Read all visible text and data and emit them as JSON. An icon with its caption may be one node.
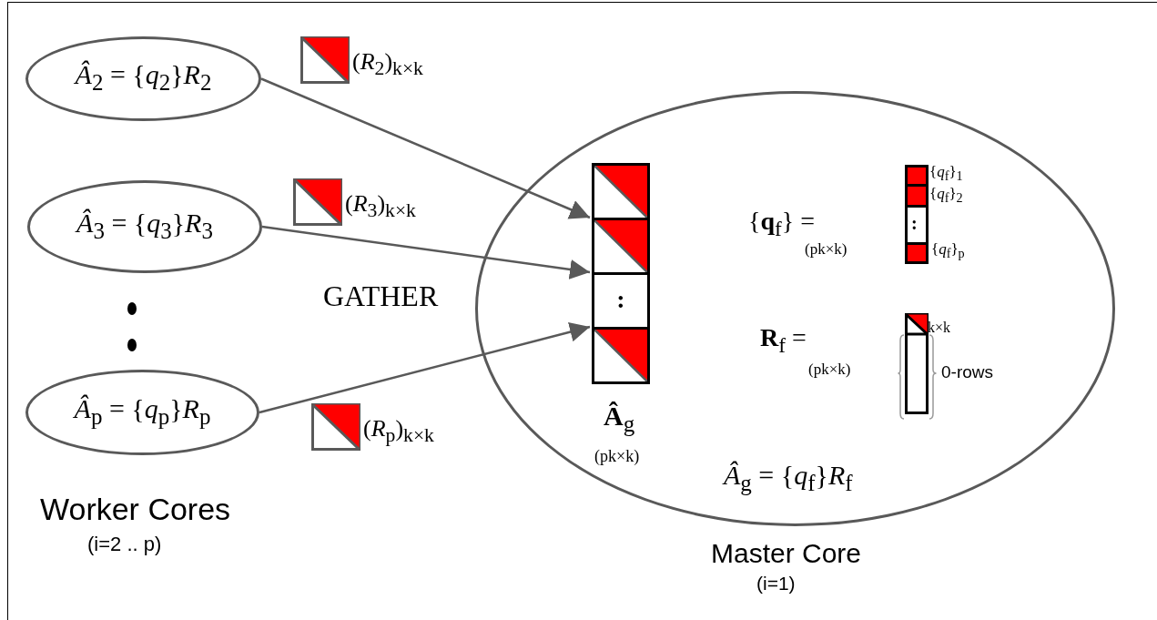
{
  "diagram": {
    "nodes": [
      {
        "text": [
          "*Â*$_{2}$ = {*q*$_{2}$}*R*$_{2}$"
        ]
      },
      {
        "text": [
          "*Â*$_{3}$ = {*q*$_{3}$}*R*$_{3}$"
        ]
      },
      {
        "text": [
          "*Â*$_{p}$ = {*q*$_{p}$}*R*$_{p}$"
        ]
      },
      {
        "text": [
          "*Â*$_{g}$ = {*q*$_{f}$}*R*$_{f}$"
        ],
        "beside": [
          "Master Core",
          "(i=1)"
        ]
      },
      {
        "text": [],
        "shape": "box",
        "in": 3,
        "beside": [
          "**Â**$_{g}$",
          "(pk×k)"
        ]
      },
      {
        "text": [],
        "shape": "box",
        "in": 4
      },
      {
        "text": [],
        "shape": "box",
        "in": 4
      },
      {
        "text": [
          ":"
        ],
        "in": 4
      },
      {
        "text": [],
        "shape": "box",
        "in": 4
      }
    ],
    "edges": [
      {
        "from": 0,
        "to": 6,
        "arrow": "to",
        "label": "(*R*$_{2}$)$_{k×k}$"
      },
      {
        "from": 1,
        "to": 7,
        "arrow": "to",
        "label": "(*R*$_{3}$)$_{k×k}$"
      },
      {
        "from": 2,
        "to": 8,
        "arrow": "to",
        "label": "(*R*$_{p}$)$_{k×k}$"
      }
    ],
    "labels": [
      "GATHER",
      "{**q**$_{f}$} =",
      "{*q*$_{f}$}$_{1}$",
      "{*q*$_{f}$}$_{2}$",
      ":",
      "(pk×k)",
      "{*q*$_{f}$}$_{p}$",
      "**R**$_{f}$ =",
      "k×k",
      "(pk×k)",
      "0-rows",
      "Worker Cores",
      "(i=2 .. p)"
    ]
  }
}
